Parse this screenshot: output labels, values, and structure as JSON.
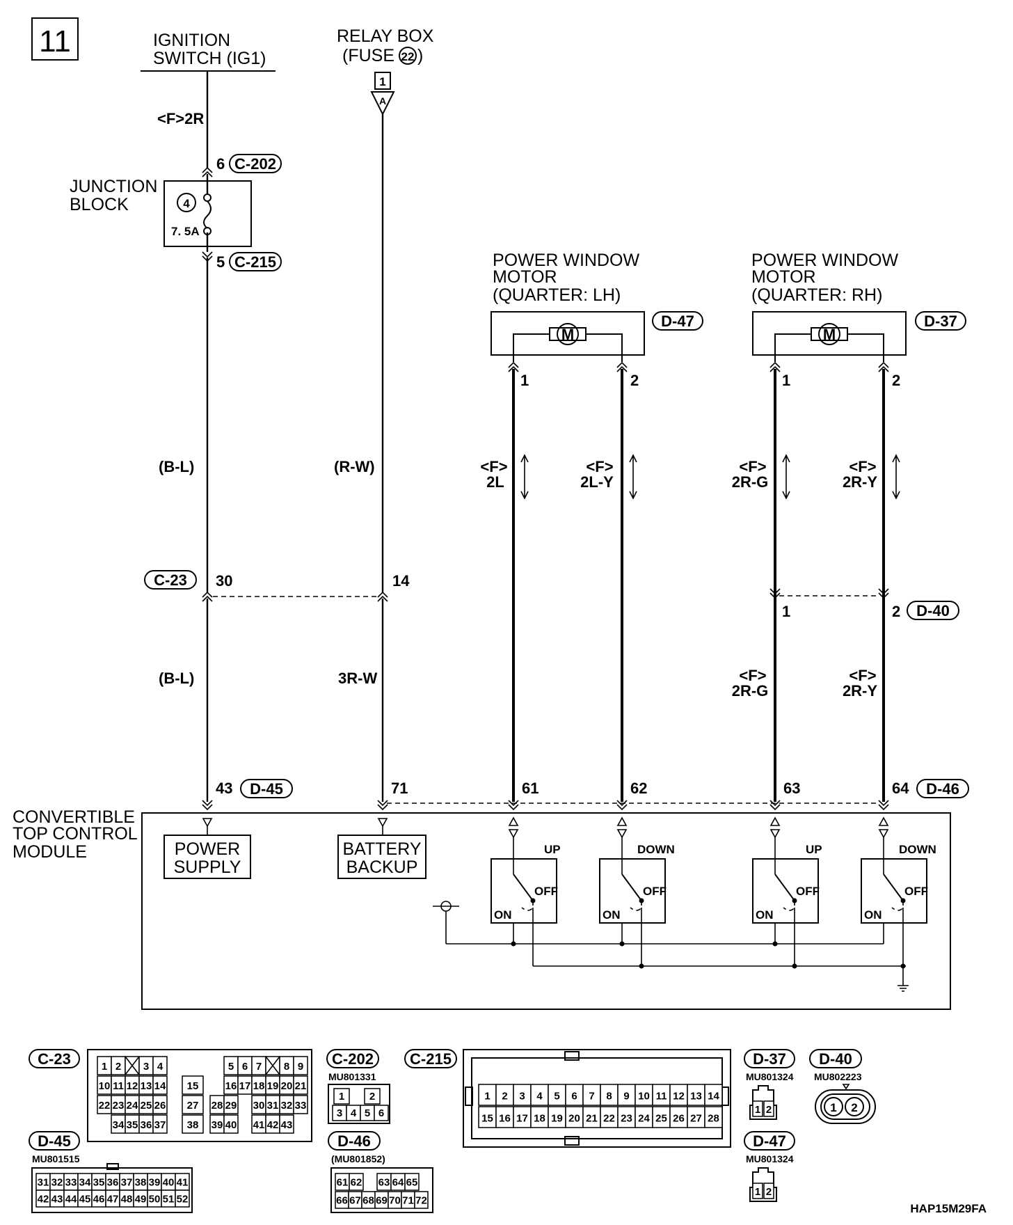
{
  "page_number": "11",
  "diagram_code": "HAP15M29FA",
  "source_ignition": {
    "line1": "IGNITION",
    "line2": "SWITCH (IG1)",
    "wire_label": "<F>2R"
  },
  "source_relay": {
    "line1": "RELAY BOX",
    "line2_prefix": "(FUSE ",
    "fuse_number": "22",
    "line2_suffix": ")",
    "terminal": "1",
    "arrow_letter": "A"
  },
  "junction_block": {
    "line1": "JUNCTION",
    "line2": "BLOCK",
    "fuse_number": "4",
    "fuse_rating": "7. 5A",
    "top_pin": "6",
    "top_connector": "C-202",
    "bottom_pin": "5",
    "bottom_connector": "C-215"
  },
  "wires": {
    "ign_upper": "(B-L)",
    "ign_lower": "(B-L)",
    "relay_upper": "(R-W)",
    "relay_lower": "3R-W",
    "lh1": {
      "line1": "<F>",
      "line2": "2L"
    },
    "lh2": {
      "line1": "<F>",
      "line2": "2L-Y"
    },
    "rh1": {
      "line1": "<F>",
      "line2": "2R-G"
    },
    "rh2": {
      "line1": "<F>",
      "line2": "2R-Y"
    },
    "rh1_lower": {
      "line1": "<F>",
      "line2": "2R-G"
    },
    "rh2_lower": {
      "line1": "<F>",
      "line2": "2R-Y"
    }
  },
  "mid_connectors": {
    "c23": "C-23",
    "c23_pin_ign": "30",
    "c23_pin_relay": "14",
    "d40": "D-40",
    "d40_pin1": "1",
    "d40_pin2": "2"
  },
  "motor_lh": {
    "line1": "POWER WINDOW",
    "line2": "MOTOR",
    "line3": "(QUARTER: LH)",
    "connector": "D-47",
    "symbol": "M",
    "pin1": "1",
    "pin2": "2"
  },
  "motor_rh": {
    "line1": "POWER WINDOW",
    "line2": "MOTOR",
    "line3": "(QUARTER: RH)",
    "connector": "D-37",
    "symbol": "M",
    "pin1": "1",
    "pin2": "2"
  },
  "module": {
    "line1": "CONVERTIBLE",
    "line2": "TOP CONTROL",
    "line3": "MODULE",
    "pin_ign": "43",
    "connector_ign": "D-45",
    "pin_relay": "71",
    "pin_lh1": "61",
    "pin_lh2": "62",
    "pin_rh1": "63",
    "pin_rh2": "64",
    "connector_out": "D-46",
    "power_supply": {
      "line1": "POWER",
      "line2": "SUPPLY"
    },
    "battery_backup": {
      "line1": "BATTERY",
      "line2": "BACKUP"
    },
    "switches": [
      {
        "label": "UP",
        "off": "OFF",
        "on": "ON"
      },
      {
        "label": "DOWN",
        "off": "OFF",
        "on": "ON"
      },
      {
        "label": "UP",
        "off": "OFF",
        "on": "ON"
      },
      {
        "label": "DOWN",
        "off": "OFF",
        "on": "ON"
      }
    ]
  },
  "connector_views": {
    "c23": {
      "label": "C-23",
      "rows": [
        [
          "1",
          "2",
          "X",
          "3",
          "4",
          "",
          "5",
          "6",
          "7",
          "X",
          "8",
          "9"
        ],
        [
          "10",
          "11",
          "12",
          "13",
          "14",
          "15",
          "16",
          "17",
          "18",
          "19",
          "20",
          "21"
        ],
        [
          "22",
          "23",
          "24",
          "25",
          "26",
          "27",
          "28",
          "29",
          "30",
          "31",
          "32",
          "33"
        ],
        [
          "34",
          "35",
          "36",
          "37",
          "38",
          "39",
          "40",
          "41",
          "42",
          "43"
        ]
      ]
    },
    "c202": {
      "label": "C-202",
      "part": "MU801331",
      "rows": [
        [
          "1",
          "",
          "2"
        ],
        [
          "3",
          "4",
          "5",
          "6"
        ]
      ]
    },
    "c215": {
      "label": "C-215",
      "rows": [
        [
          "1",
          "2",
          "3",
          "4",
          "5",
          "6",
          "7",
          "8",
          "9",
          "10",
          "11",
          "12",
          "13",
          "14"
        ],
        [
          "15",
          "16",
          "17",
          "18",
          "19",
          "20",
          "21",
          "22",
          "23",
          "24",
          "25",
          "26",
          "27",
          "28"
        ]
      ]
    },
    "d37": {
      "label": "D-37",
      "part": "MU801324",
      "pins": [
        "1",
        "2"
      ]
    },
    "d40": {
      "label": "D-40",
      "part": "MU802223",
      "pins": [
        "1",
        "2"
      ]
    },
    "d47": {
      "label": "D-47",
      "part": "MU801324",
      "pins": [
        "1",
        "2"
      ]
    },
    "d45": {
      "label": "D-45",
      "part": "MU801515",
      "rows": [
        [
          "31",
          "32",
          "33",
          "34",
          "35",
          "36",
          "37",
          "38",
          "39",
          "40",
          "41"
        ],
        [
          "42",
          "43",
          "44",
          "45",
          "46",
          "47",
          "48",
          "49",
          "50",
          "51",
          "52"
        ]
      ]
    },
    "d46": {
      "label": "D-46",
      "part": "(MU801852)",
      "rows": [
        [
          "61",
          "62",
          "",
          "63",
          "64",
          "65"
        ],
        [
          "66",
          "67",
          "68",
          "69",
          "70",
          "71",
          "72"
        ]
      ]
    }
  }
}
